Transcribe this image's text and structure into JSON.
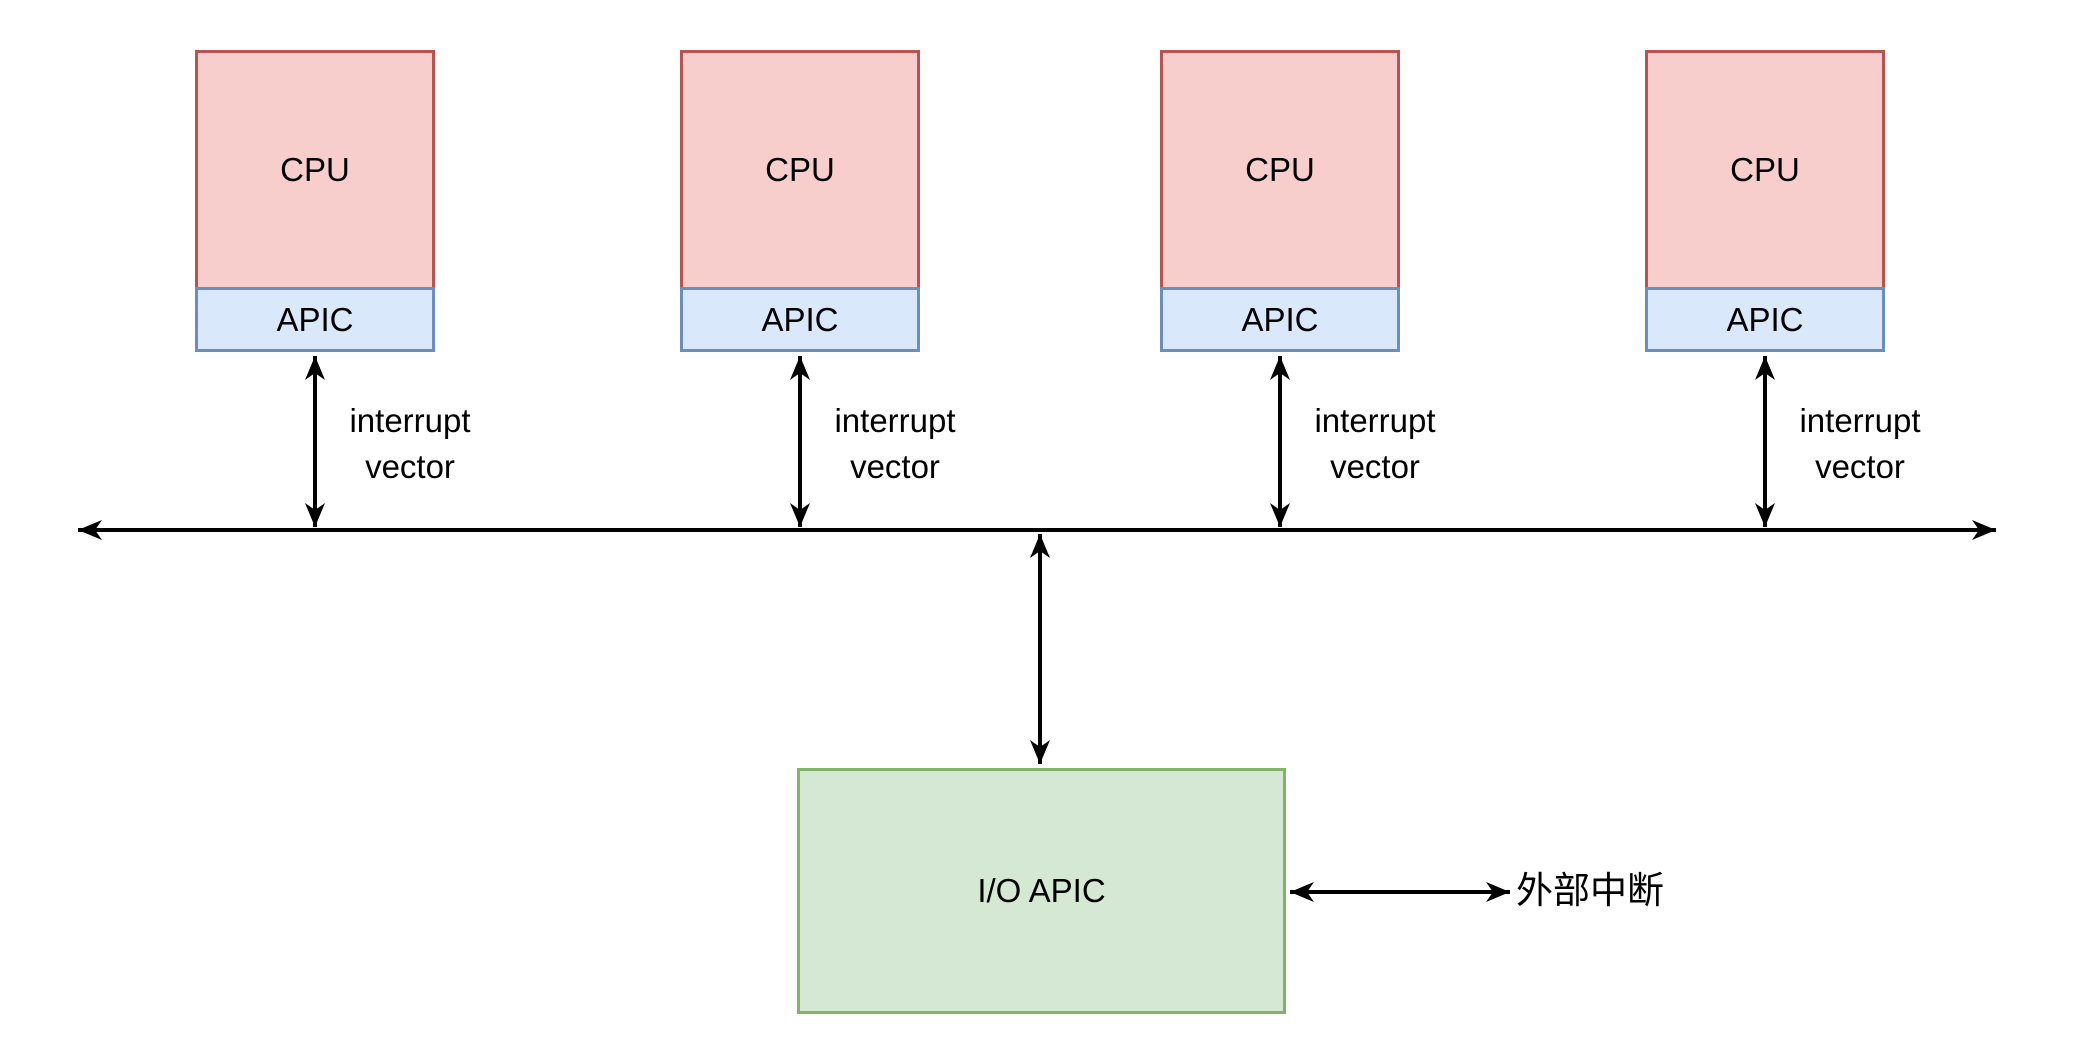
{
  "background": "#ffffff",
  "colors": {
    "background": "#ffffff",
    "line": "#000000",
    "cpu-fill": "#f8cecc",
    "cpu-stroke": "#b85450",
    "apic-fill": "#dae8fc",
    "apic-stroke": "#6c8ebf",
    "ioapic-fill": "#d5e8d4",
    "ioapic-stroke": "#82b366"
  },
  "blocks": {
    "cpus": [
      {
        "cpu_label": "CPU",
        "apic_label": "APIC",
        "bus_link_label": "interrupt\nvector"
      },
      {
        "cpu_label": "CPU",
        "apic_label": "APIC",
        "bus_link_label": "interrupt\nvector"
      },
      {
        "cpu_label": "CPU",
        "apic_label": "APIC",
        "bus_link_label": "interrupt\nvector"
      },
      {
        "cpu_label": "CPU",
        "apic_label": "APIC",
        "bus_link_label": "interrupt\nvector"
      }
    ],
    "io_apic": {
      "label": "I/O APIC"
    }
  },
  "labels": {
    "external_interrupt": "外部中断"
  }
}
